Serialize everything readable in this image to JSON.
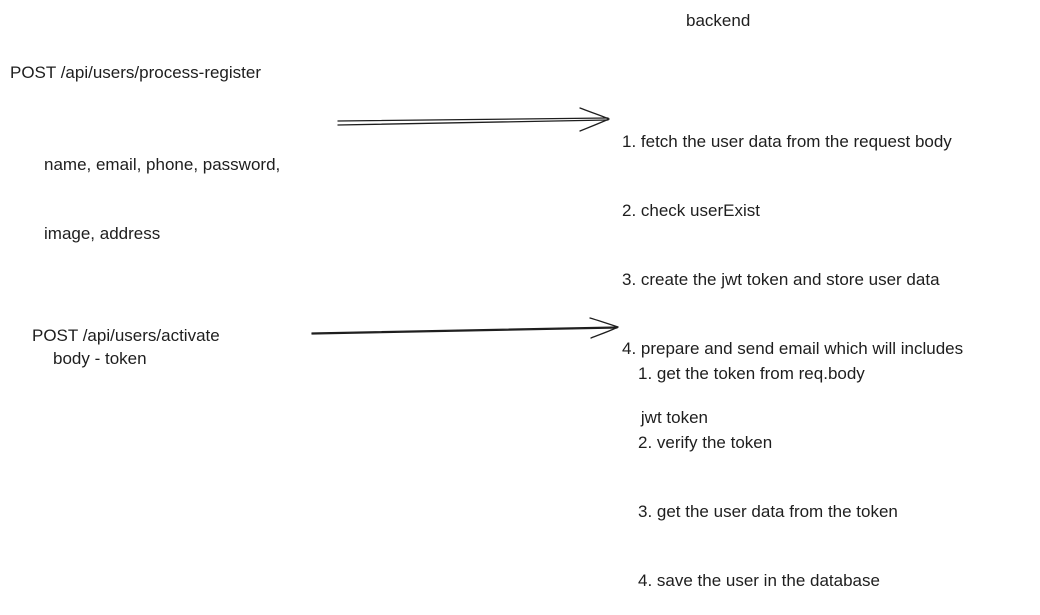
{
  "title": "backend",
  "flows": [
    {
      "endpoint": "POST /api/users/process-register",
      "input_lines": [
        "name, email, phone, password,",
        "image, address"
      ],
      "steps": [
        "1. fetch the user data from the request body",
        "2. check userExist",
        "3. create the jwt token and store user data",
        "4. prepare and send email which will includes",
        "    jwt token"
      ]
    },
    {
      "endpoint": "POST /api/users/activate",
      "input_lines": [
        "body - token"
      ],
      "steps": [
        "1. get the token from req.body",
        "2. verify the token",
        "3. get the user data from the token",
        "4. save the user in the database"
      ]
    }
  ]
}
